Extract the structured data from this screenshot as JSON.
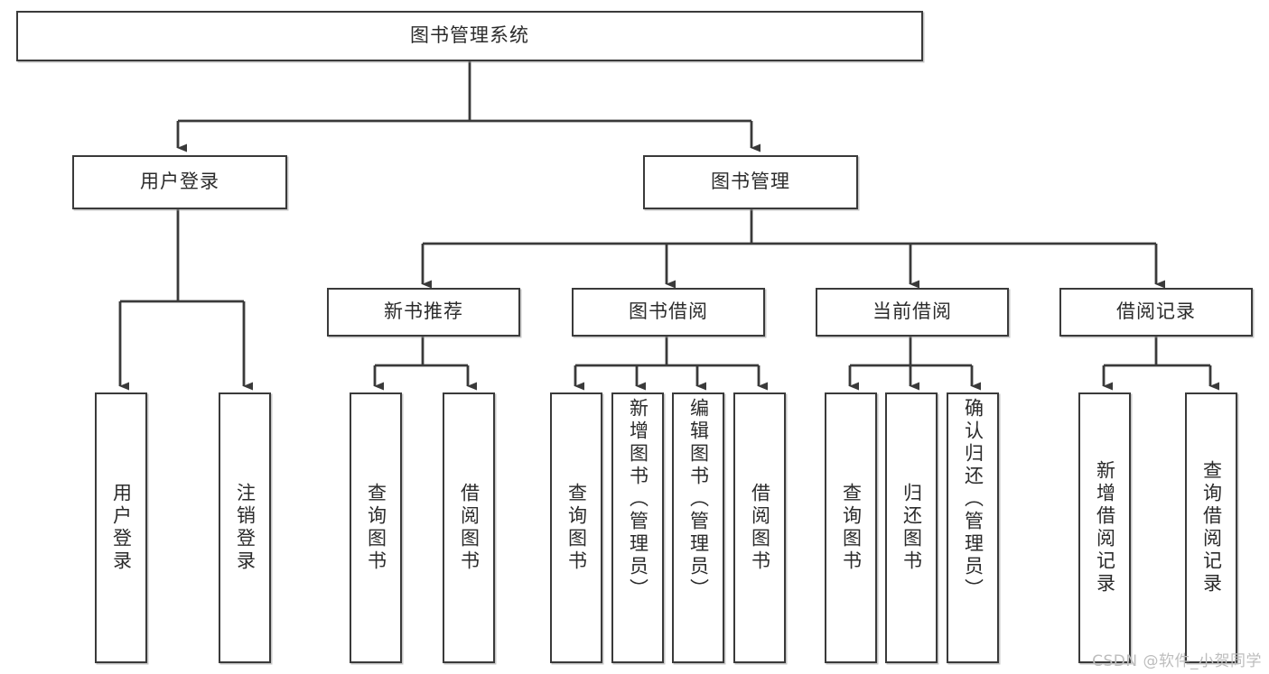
{
  "diagram": {
    "title": "图书管理系统",
    "root": {
      "id": "root",
      "label": "图书管理系统"
    },
    "level2": [
      {
        "id": "user-login",
        "label": "用户登录"
      },
      {
        "id": "book-manage",
        "label": "图书管理"
      }
    ],
    "level3": [
      {
        "id": "new-book-recommend",
        "label": "新书推荐"
      },
      {
        "id": "book-borrow",
        "label": "图书借阅"
      },
      {
        "id": "current-borrow",
        "label": "当前借阅"
      },
      {
        "id": "borrow-record",
        "label": "借阅记录"
      }
    ],
    "leaves": {
      "user_login": [
        {
          "id": "leaf-user-login",
          "label": "用户登录"
        },
        {
          "id": "leaf-logout",
          "label": "注销登录"
        }
      ],
      "new_book_recommend": [
        {
          "id": "leaf-query-book-1",
          "label": "查询图书"
        },
        {
          "id": "leaf-borrow-book-1",
          "label": "借阅图书"
        }
      ],
      "book_borrow": [
        {
          "id": "leaf-query-book-2",
          "label": "查询图书"
        },
        {
          "id": "leaf-add-book",
          "label": "新增图书（管理员）"
        },
        {
          "id": "leaf-edit-book",
          "label": "编辑图书（管理员）"
        },
        {
          "id": "leaf-borrow-book-2",
          "label": "借阅图书"
        }
      ],
      "current_borrow": [
        {
          "id": "leaf-query-book-3",
          "label": "查询图书"
        },
        {
          "id": "leaf-return-book",
          "label": "归还图书"
        },
        {
          "id": "leaf-confirm-return",
          "label": "确认归还（管理员）"
        }
      ],
      "borrow_record": [
        {
          "id": "leaf-add-record",
          "label": "新增借阅记录"
        },
        {
          "id": "leaf-query-record",
          "label": "查询借阅记录"
        }
      ]
    },
    "watermark": "CSDN @软件_小贺同学",
    "colors": {
      "stroke": "#3a3a3a",
      "fill": "#ffffff",
      "text": "#2b2b2b",
      "watermark": "#bdbdbd"
    }
  }
}
